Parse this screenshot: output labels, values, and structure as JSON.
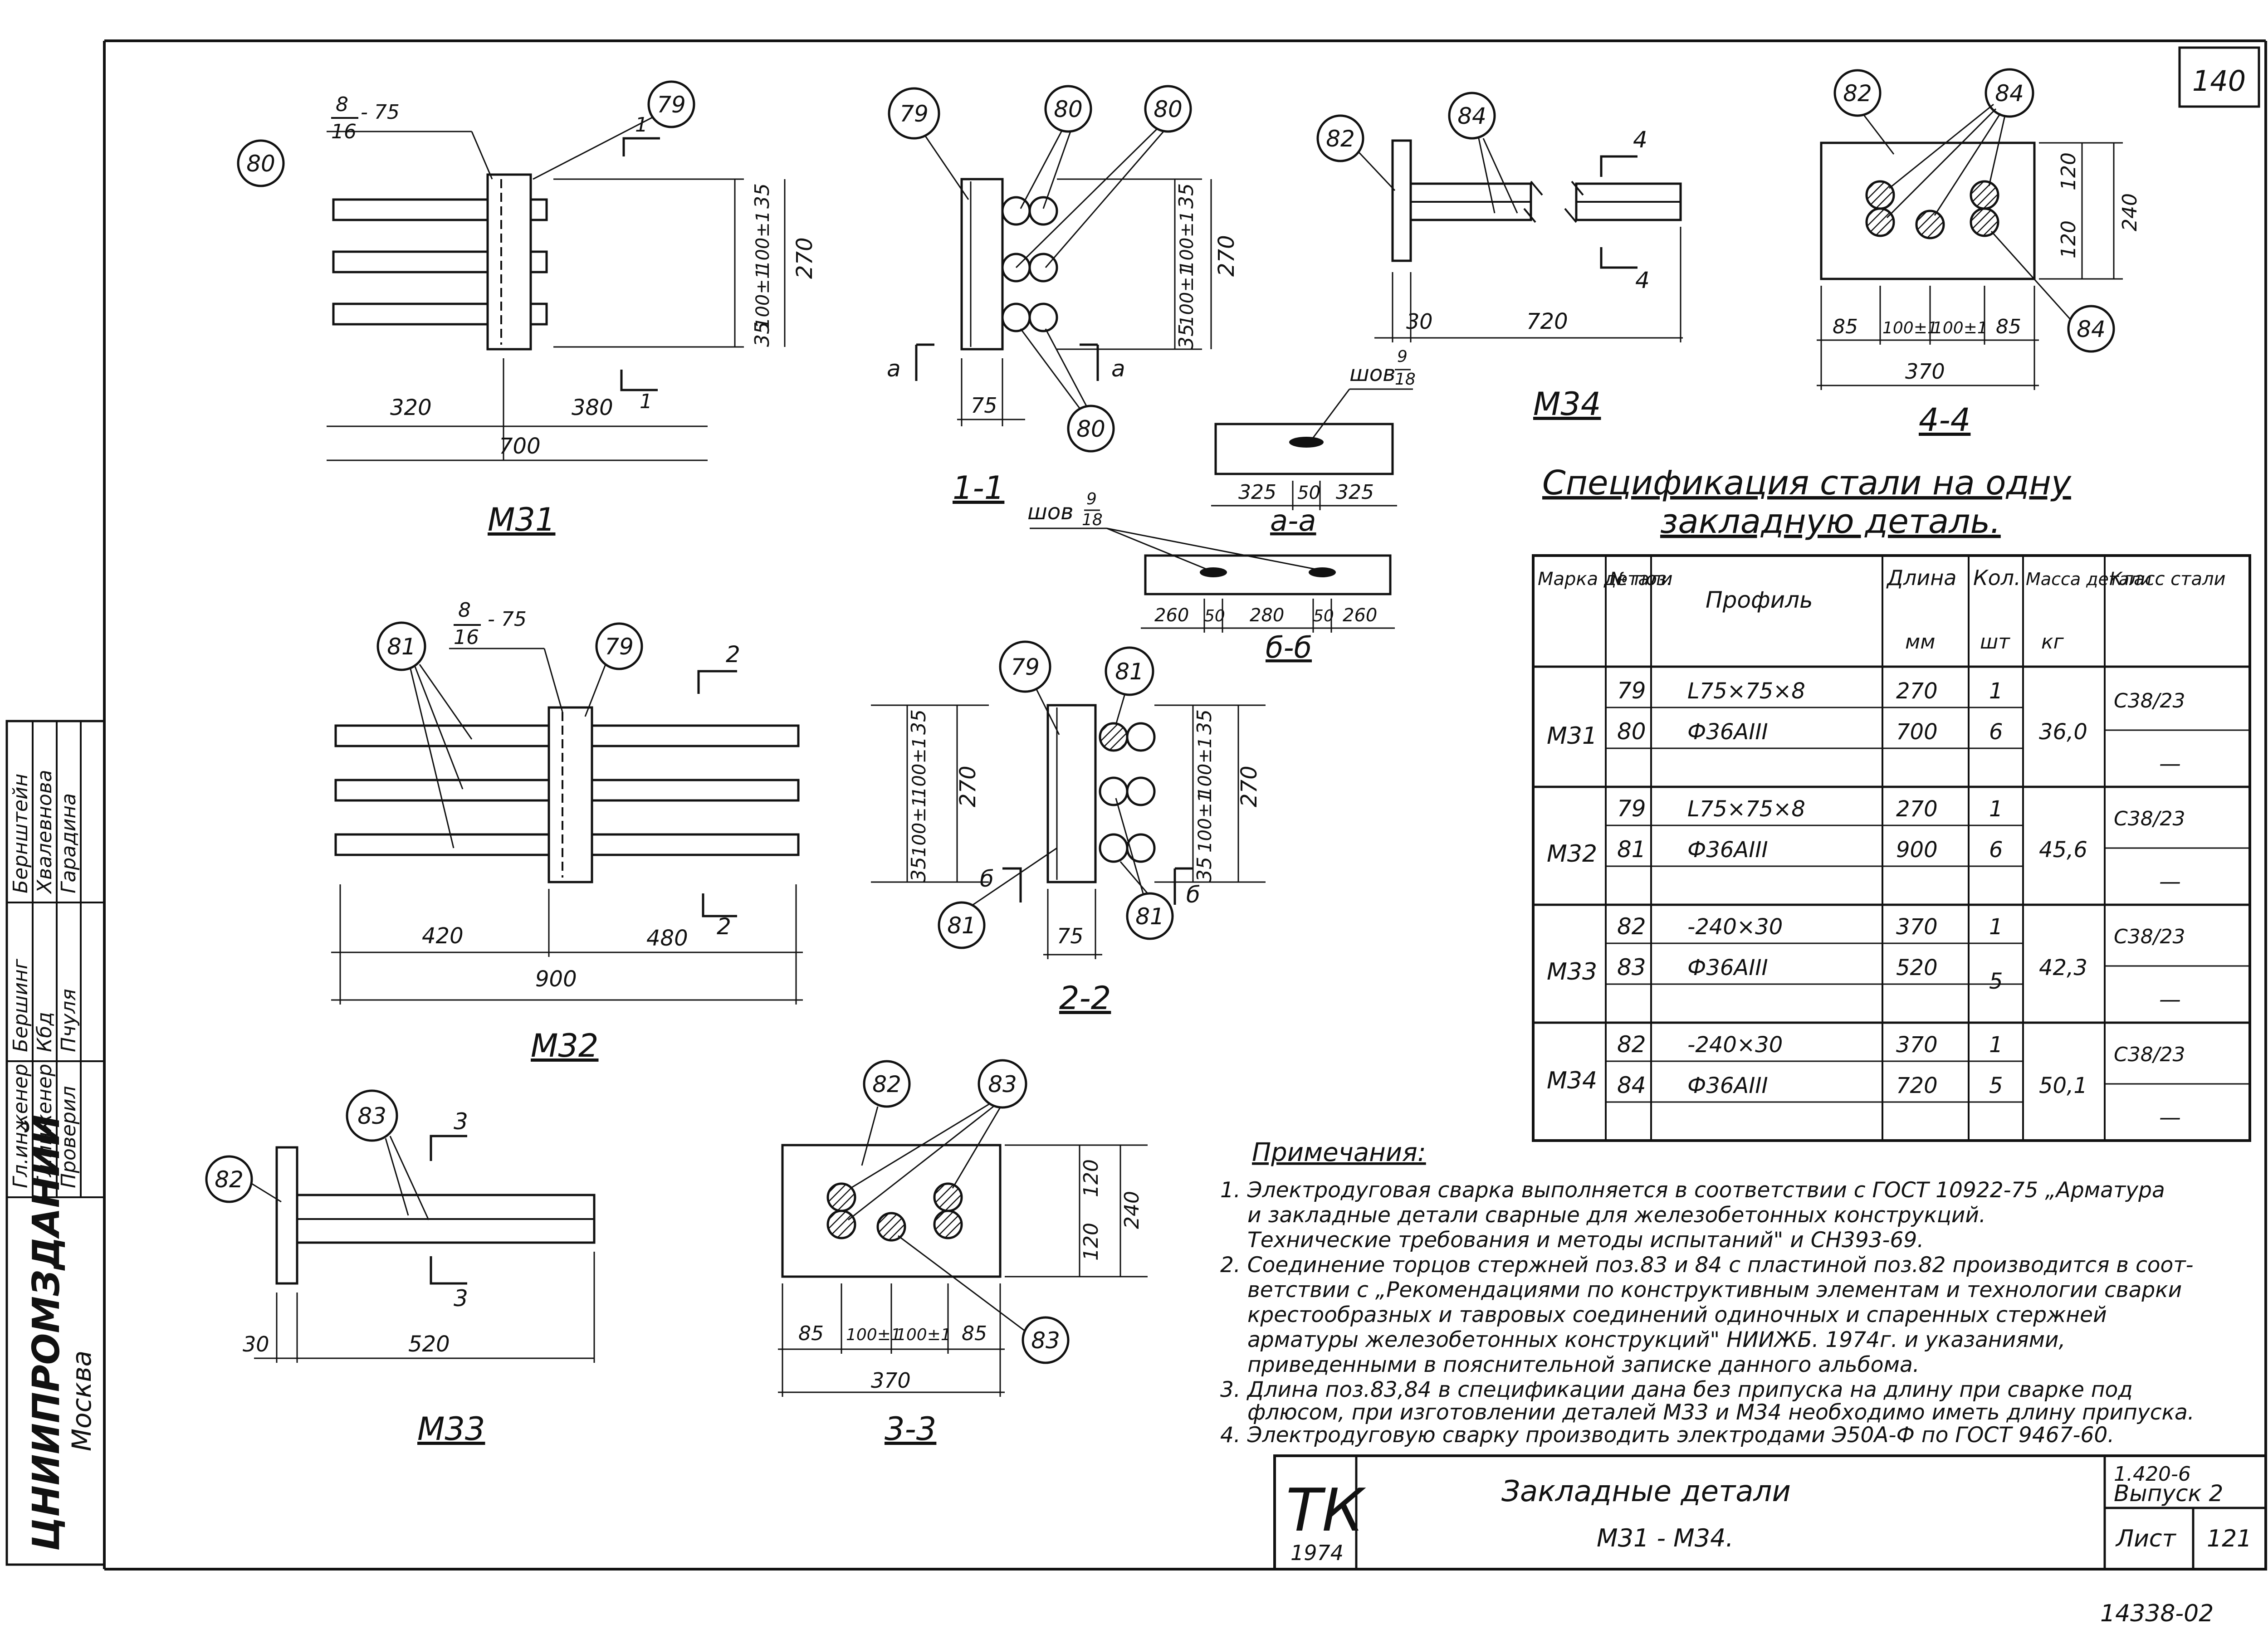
{
  "sheet_number": "140",
  "vertical_stamp": {
    "org": "ЦНИИПРОМЗДАНИЙ",
    "city": "Москва",
    "roles": [
      "Гл.инженер",
      "Гл.инженер",
      "Проверил"
    ],
    "names": [
      "Бернштейн",
      "Хвалевнова",
      "Гарадина"
    ],
    "signatures": [
      "Бершинг",
      "Кбд",
      "Пчуля"
    ]
  },
  "labels": {
    "m31": "М31",
    "m32": "М32",
    "m33": "М33",
    "m34": "М34",
    "s11": "1-1",
    "s22": "2-2",
    "s33": "3-3",
    "s44": "4-4",
    "aa": "а-а",
    "bb": "б-б",
    "sec1": "1",
    "sec2": "2",
    "sec3": "3",
    "sec4": "4",
    "seca": "а",
    "secb": "б",
    "weld_frac_top": "8",
    "weld_frac_bot": "16",
    "weld_len": "- 75",
    "weld_seam": "шов",
    "seam_top": "9",
    "seam_bot": "18"
  },
  "callouts": {
    "p79": "79",
    "p80": "80",
    "p81": "81",
    "p82": "82",
    "p83": "83",
    "p84": "84"
  },
  "dims": {
    "d35": "35",
    "d100": "100±1",
    "d270": "270",
    "d320": "320",
    "d380": "380",
    "d700": "700",
    "d75": "75",
    "d420": "420",
    "d480": "480",
    "d900": "900",
    "d30": "30",
    "d520": "520",
    "d720": "720",
    "d120": "120",
    "d240": "240",
    "d85": "85",
    "d370": "370",
    "d325": "325",
    "d50": "50",
    "d260": "260",
    "d280": "280"
  },
  "spec": {
    "title_line1": "Спецификация стали на одну",
    "title_line2": "закладную деталь.",
    "headers": [
      "Марка детали",
      "№ поз.",
      "Профиль",
      "Длина",
      "Кол.",
      "Масса детали",
      "Класс стали"
    ],
    "units": [
      "мм",
      "шт",
      "кг"
    ],
    "rows": [
      {
        "mark": "М31",
        "pos": [
          "79",
          "80"
        ],
        "profile": [
          "L75×75×8",
          "Ф36АIII"
        ],
        "length": [
          "270",
          "700"
        ],
        "qty": [
          "1",
          "6"
        ],
        "mass": "36,0",
        "steel": [
          "С38/23",
          "—"
        ]
      },
      {
        "mark": "М32",
        "pos": [
          "79",
          "81"
        ],
        "profile": [
          "L75×75×8",
          "Ф36АIII"
        ],
        "length": [
          "270",
          "900"
        ],
        "qty": [
          "1",
          "6"
        ],
        "mass": "45,6",
        "steel": [
          "С38/23",
          "—"
        ]
      },
      {
        "mark": "М33",
        "pos": [
          "82",
          "83"
        ],
        "profile": [
          "-240×30",
          "Ф36АIII"
        ],
        "length": [
          "370",
          "520"
        ],
        "qty": [
          "1",
          "5"
        ],
        "mass": "42,3",
        "steel": [
          "С38/23",
          "—"
        ]
      },
      {
        "mark": "М34",
        "pos": [
          "82",
          "84"
        ],
        "profile": [
          "-240×30",
          "Ф36АIII"
        ],
        "length": [
          "370",
          "720"
        ],
        "qty": [
          "1",
          "5"
        ],
        "mass": "50,1",
        "steel": [
          "С38/23",
          "—"
        ]
      }
    ]
  },
  "notes": {
    "title": "Примечания:",
    "lines": [
      "1. Электродуговая сварка выполняется в соответствии с ГОСТ 10922-75 „Арматура",
      "и закладные детали сварные для железобетонных конструкций.",
      "Технические требования и методы испытаний\" и СН393-69.",
      "2. Соединение торцов стержней поз.83 и 84 с пластиной поз.82 производится в соот-",
      "ветствии с „Рекомендациями по конструктивным элементам и технологии сварки",
      "крестообразных и тавровых соединений одиночных и спаренных стержней",
      "арматуры железобетонных конструкций\" НИИЖБ. 1974г. и указаниями,",
      "приведенными в пояснительной записке данного альбома.",
      "3. Длина поз.83,84 в спецификации дана без припуска на длину при сварке под",
      "флюсом, при изготовлении деталей М33 и М34 необходимо иметь длину припуска.",
      "4. Электродуговую сварку производить электродами Э50А-Ф по ГОСТ 9467-60."
    ]
  },
  "title_block": {
    "logo": "ТК",
    "year": "1974",
    "name_line1": "Закладные детали",
    "name_line2": "М31 - М34.",
    "series": "1.420-6",
    "issue": "Выпуск 2",
    "sheet_label": "Лист",
    "sheet_no": "121"
  },
  "inventory": "14338-02"
}
